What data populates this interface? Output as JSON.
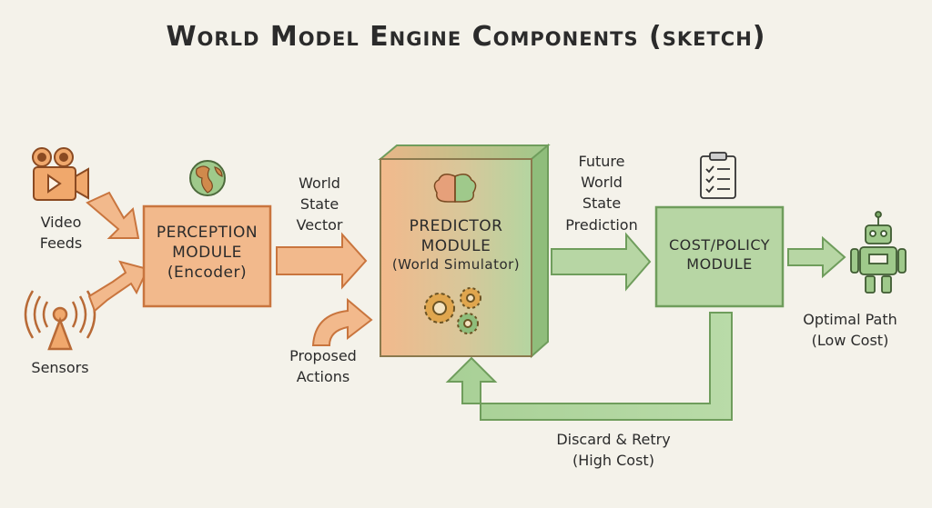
{
  "title": "World Model Engine Components (sketch)",
  "inputs": {
    "video_label": [
      "Video",
      "Feeds"
    ],
    "sensors_label": "Sensors"
  },
  "perception": {
    "line1": "PERCEPTION",
    "line2": "MODULE",
    "line3": "(Encoder)"
  },
  "world_state_label": [
    "World",
    "State",
    "Vector"
  ],
  "proposed_actions_label": [
    "Proposed",
    "Actions"
  ],
  "predictor": {
    "line1": "PREDICTOR",
    "line2": "MODULE",
    "line3": "(World Simulator)"
  },
  "future_label": [
    "Future",
    "World",
    "State",
    "Prediction"
  ],
  "cost_policy": {
    "line1": "COST/POLICY",
    "line2": "MODULE"
  },
  "optimal_label": [
    "Optimal Path",
    "(Low Cost)"
  ],
  "discard_label": [
    "Discard & Retry",
    "(High Cost)"
  ],
  "colors": {
    "orange_fill": "#f2b98c",
    "orange_stroke": "#c9753e",
    "green_fill": "#b7d6a4",
    "green_stroke": "#6f9d5c",
    "background": "#f4f2ea"
  },
  "icons": [
    "video-camera-icon",
    "sensor-antenna-icon",
    "globe-icon",
    "brain-icon",
    "gears-icon",
    "clipboard-checklist-icon",
    "robot-icon"
  ]
}
